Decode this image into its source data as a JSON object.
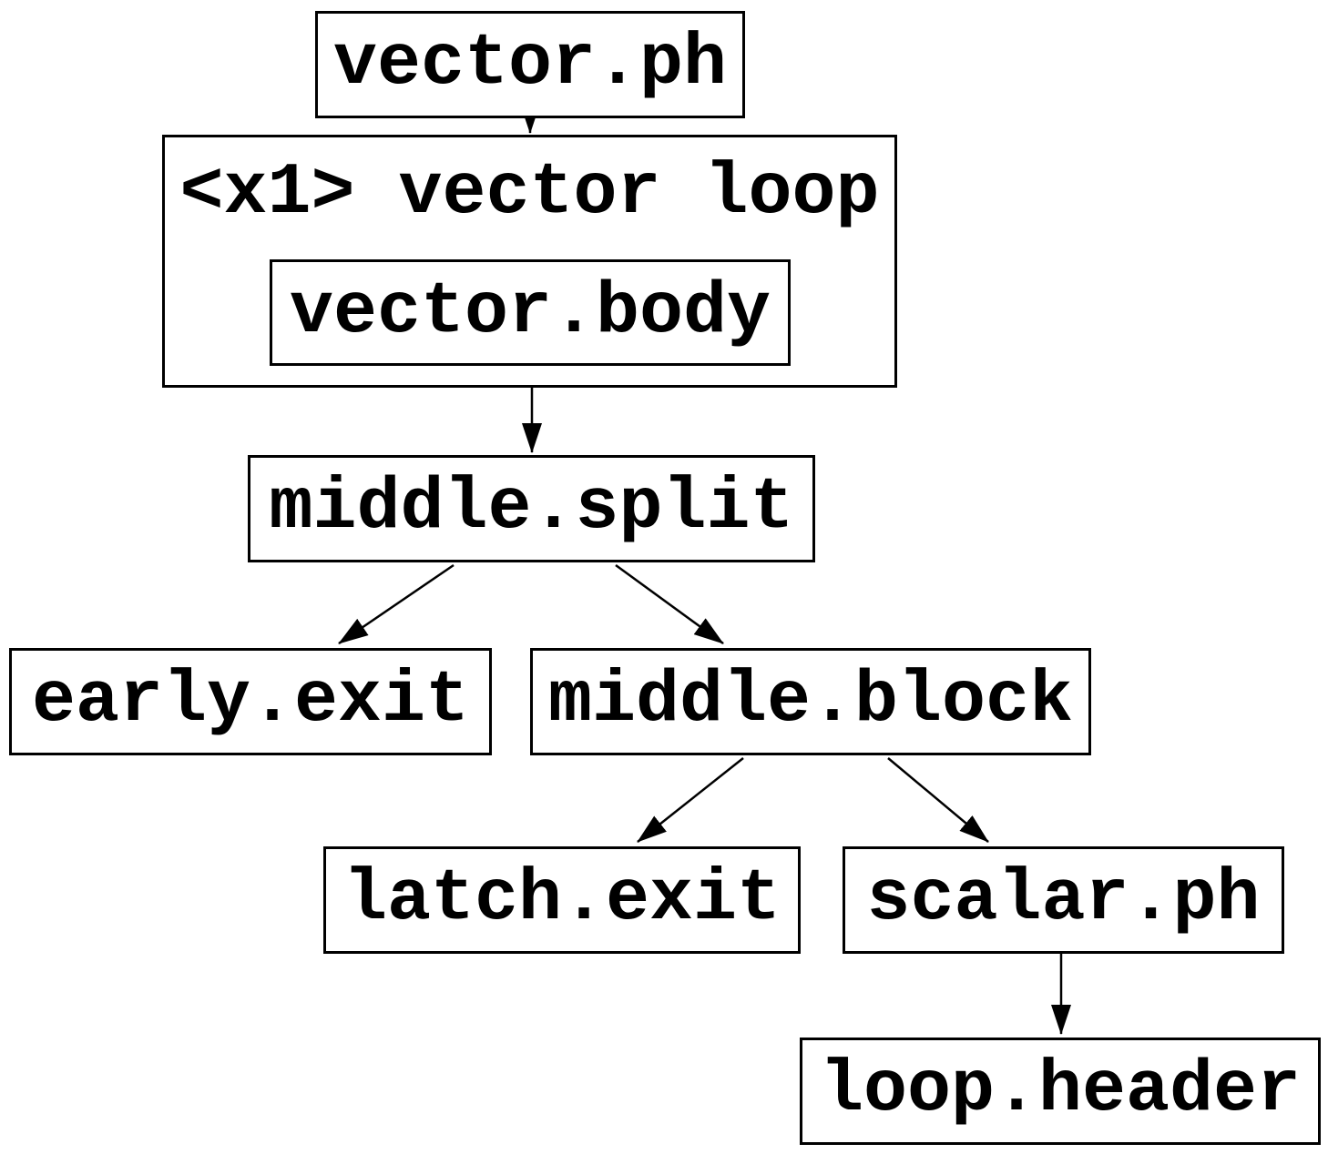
{
  "diagram": {
    "type": "control-flow-graph",
    "background_color": "#ffffff",
    "stroke_color": "#000000",
    "nodes": {
      "vector_ph": {
        "label": "vector.ph"
      },
      "vector_loop": {
        "label": "<x1> vector loop"
      },
      "vector_body": {
        "label": "vector.body"
      },
      "middle_split": {
        "label": "middle.split"
      },
      "early_exit": {
        "label": "early.exit"
      },
      "middle_block": {
        "label": "middle.block"
      },
      "latch_exit": {
        "label": "latch.exit"
      },
      "scalar_ph": {
        "label": "scalar.ph"
      },
      "loop_header": {
        "label": "loop.header"
      }
    },
    "edges": [
      {
        "from": "vector.ph",
        "to": "<x1> vector loop"
      },
      {
        "from": "<x1> vector loop",
        "to": "middle.split"
      },
      {
        "from": "middle.split",
        "to": "early.exit"
      },
      {
        "from": "middle.split",
        "to": "middle.block"
      },
      {
        "from": "middle.block",
        "to": "latch.exit"
      },
      {
        "from": "middle.block",
        "to": "scalar.ph"
      },
      {
        "from": "scalar.ph",
        "to": "loop.header"
      }
    ]
  }
}
